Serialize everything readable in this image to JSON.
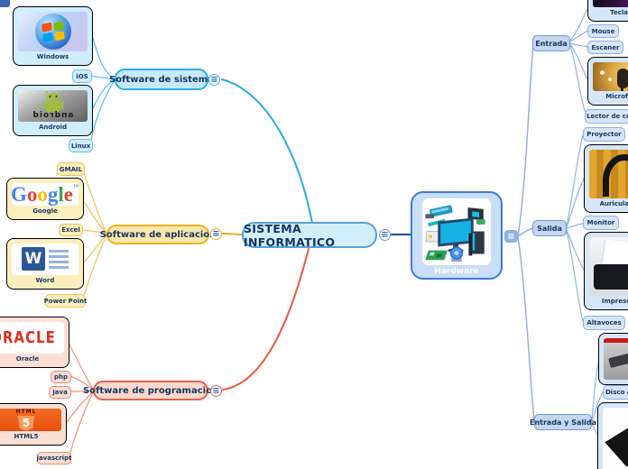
{
  "center": {
    "label": "SISTEMA INFORMATICO"
  },
  "sistema": {
    "label": "Software de sistema",
    "windows": "Windows",
    "ios": "iOS",
    "android": "Android",
    "linux": "Linux"
  },
  "aplicacion": {
    "label": "Software de aplicacion",
    "gmail": "GMAIL",
    "google": "Google",
    "excel": "Excel",
    "word": "Word",
    "powerpoint": "Power Point"
  },
  "programacion": {
    "label": "Software de programacion",
    "oracle": "Oracle",
    "php": "php",
    "java": "Java",
    "html5": "HTML5",
    "javascript": "javascript"
  },
  "hardware": {
    "label": "Hardware"
  },
  "entrada": {
    "label": "Entrada",
    "teclado": "Teclado",
    "mouse": "Mouse",
    "escaner": "Escaner",
    "microfono": "Microfono",
    "lector": "Lector de codigo"
  },
  "salida": {
    "label": "Salida",
    "proyector": "Proyector",
    "auriculares": "Auriculares",
    "monitor": "Monitor",
    "impresora": "Impresora",
    "altavoces": "Altavoces"
  },
  "entrada_salida": {
    "label": "Entrada y Salida",
    "disco": "Disco duro"
  },
  "logos": {
    "google": {
      "g1": "G",
      "g2": "o",
      "g3": "o",
      "g4": "g",
      "g5": "l",
      "g6": "e",
      "tm": "™"
    },
    "word_letter": "W",
    "oracle_text": "ORACLE",
    "html5": {
      "word": "HTML",
      "number": "5"
    },
    "android_text": "android",
    "menu_glyph": "≡"
  },
  "colors": {
    "cyan_branch": "#2fafe6",
    "yellow_branch": "#eeb021",
    "salmon_branch": "#e4604a",
    "blue_branch": "#4a7fd4",
    "line_center_sistema": "#29a9e2",
    "line_center_aplicacion": "#f0a818",
    "line_center_programacion": "#e85a3c",
    "line_center_hardware": "#2e4fae",
    "hardware_sublines": "#8fb2e2",
    "text": "#17365d"
  }
}
